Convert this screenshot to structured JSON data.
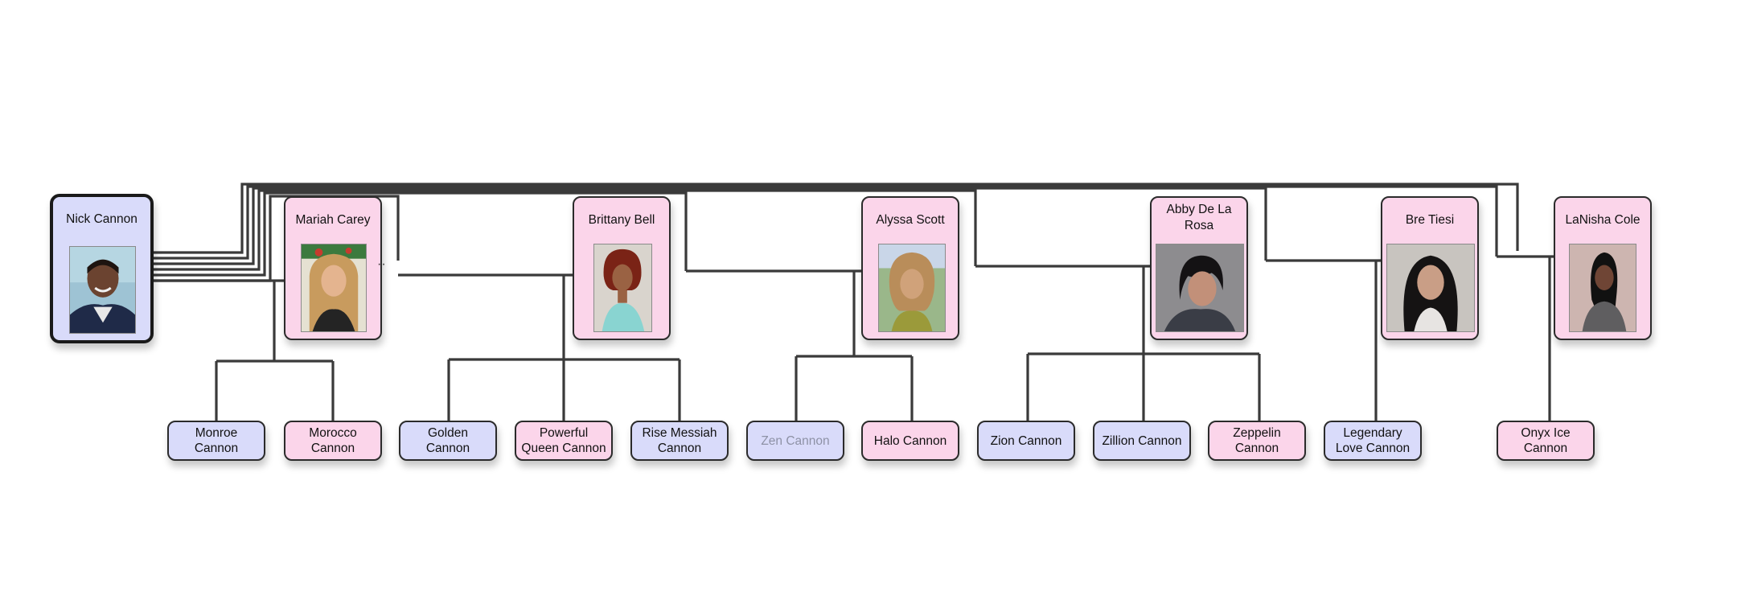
{
  "diagram": {
    "root": {
      "name": "Nick Cannon",
      "color": "blue",
      "photo": "photo-of-man-smiling"
    },
    "partners": [
      {
        "name": "Mariah Carey",
        "photo": "photo-of-woman-blonde-hair",
        "children": [
          {
            "name": "Monroe Cannon",
            "color": "blue"
          },
          {
            "name": "Morocco Cannon",
            "color": "pink"
          }
        ]
      },
      {
        "name": "Brittany Bell",
        "photo": "photo-of-woman-curly-red-hair",
        "children": [
          {
            "name": "Golden Cannon",
            "color": "blue"
          },
          {
            "name": "Powerful Queen Cannon",
            "color": "pink"
          },
          {
            "name": "Rise Messiah Cannon",
            "color": "blue"
          }
        ]
      },
      {
        "name": "Alyssa Scott",
        "photo": "photo-of-woman-curly-hair-outdoors",
        "children": [
          {
            "name": "Zen Cannon",
            "color": "blue",
            "dimmed": true
          },
          {
            "name": "Halo Cannon",
            "color": "pink"
          }
        ]
      },
      {
        "name": "Abby De La Rosa",
        "photo": "photo-of-woman-dark-hair",
        "children": [
          {
            "name": "Zion Cannon",
            "color": "blue"
          },
          {
            "name": "Zillion Cannon",
            "color": "blue"
          },
          {
            "name": "Zeppelin Cannon",
            "color": "pink"
          }
        ]
      },
      {
        "name": "Bre Tiesi",
        "photo": "photo-of-woman-long-dark-hair",
        "children": [
          {
            "name": "Legendary Love Cannon",
            "color": "blue"
          }
        ]
      },
      {
        "name": "LaNisha Cole",
        "photo": "photo-of-woman-in-grey-top",
        "children": [
          {
            "name": "Onyx Ice Cannon",
            "color": "pink"
          }
        ]
      }
    ],
    "ellipsis": "··",
    "colors": {
      "male": "#d9dbfa",
      "female": "#fbd5ea",
      "line": "#3a3a3a",
      "border": "#2b2b2b"
    }
  }
}
